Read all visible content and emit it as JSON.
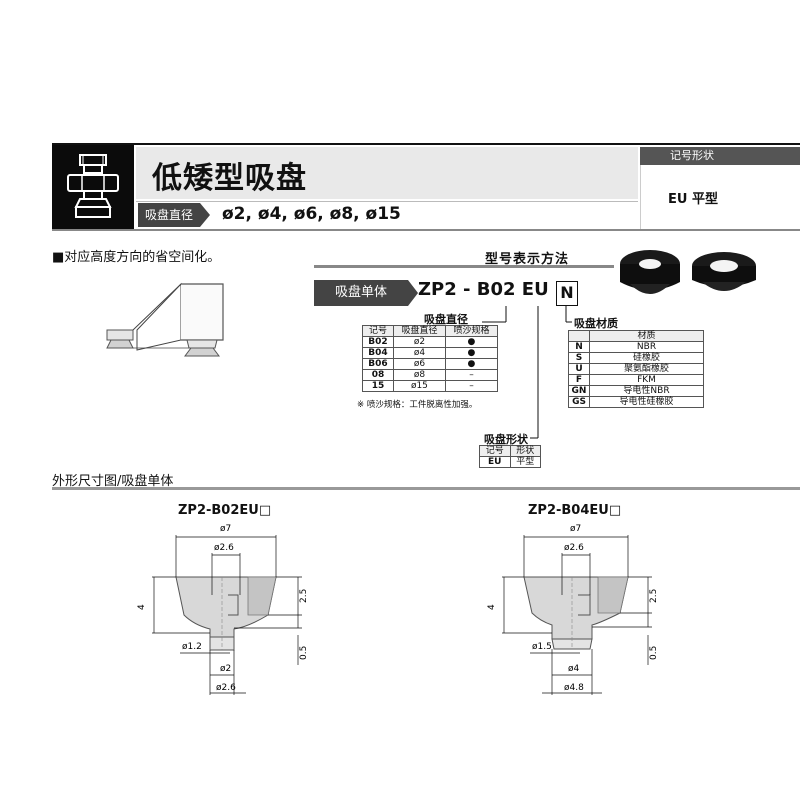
{
  "header": {
    "title": "低矮型吸盘",
    "diameter_label": "吸盘直径",
    "diameter_values": "ø2, ø4, ø6, ø8, ø15",
    "symbol_heading": "记号形状",
    "symbol_value": "EU 平型"
  },
  "feature": "■对应高度方向的省空间化。",
  "notation": {
    "heading": "型号表示方法",
    "unit_label": "吸盘单体",
    "model_code": "ZP2 - B02 EU",
    "model_box": "N",
    "diameter_caption": "吸盘直径",
    "diameter_table": {
      "headers": [
        "记号",
        "吸盘直径",
        "喷沙规格"
      ],
      "rows": [
        {
          "code": "B02",
          "dia": "ø2",
          "blast": "●"
        },
        {
          "code": "B04",
          "dia": "ø4",
          "blast": "●"
        },
        {
          "code": "B06",
          "dia": "ø6",
          "blast": "●"
        },
        {
          "code": "08",
          "dia": "ø8",
          "blast": "–"
        },
        {
          "code": "15",
          "dia": "ø15",
          "blast": "–"
        }
      ]
    },
    "note": "※ 喷沙规格：工件脱离性加强。",
    "material_caption": "吸盘材质",
    "material_table": {
      "header": "材质",
      "rows": [
        {
          "code": "N",
          "name": "NBR"
        },
        {
          "code": "S",
          "name": "硅橡胶"
        },
        {
          "code": "U",
          "name": "聚氨酯橡胶"
        },
        {
          "code": "F",
          "name": "FKM"
        },
        {
          "code": "GN",
          "name": "导电性NBR"
        },
        {
          "code": "GS",
          "name": "导电性硅橡胶"
        }
      ]
    },
    "shape_caption": "吸盘形状",
    "shape_table": {
      "headers": [
        "记号",
        "形状"
      ],
      "rows": [
        {
          "code": "EU",
          "shape": "平型"
        }
      ]
    }
  },
  "outline": {
    "title": "外形尺寸图/吸盘单体",
    "models": [
      {
        "name": "ZP2-B02EU□",
        "dims": {
          "top": "ø7",
          "inner": "ø2.6",
          "height": "4",
          "lip": "2.5",
          "neck": "0.5",
          "bore": "ø1.2",
          "stem": "ø2",
          "base": "ø2.6"
        }
      },
      {
        "name": "ZP2-B04EU□",
        "dims": {
          "top": "ø7",
          "inner": "ø2.6",
          "height": "4",
          "lip": "2.5",
          "neck": "0.5",
          "bore": "ø1.5",
          "stem": "ø4",
          "base": "ø4.8"
        }
      }
    ]
  },
  "colors": {
    "dark": "#0b0b0b",
    "label": "#444444",
    "band": "#e9e9e9",
    "pad": "#d8d8d8"
  }
}
